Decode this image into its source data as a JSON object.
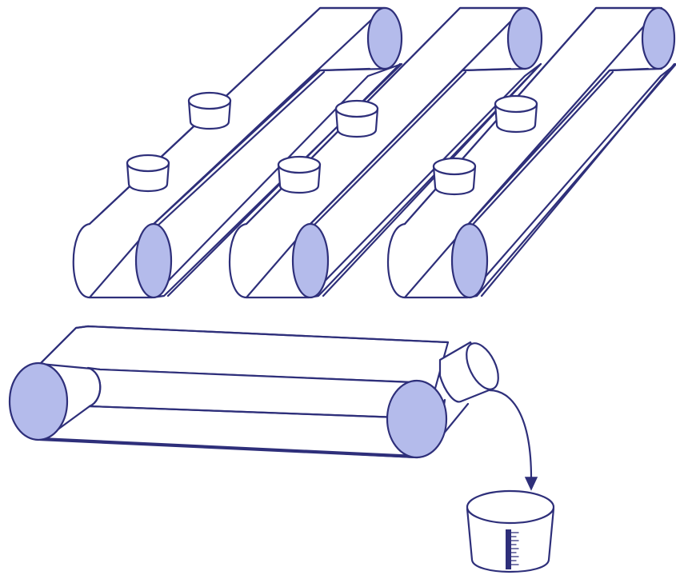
{
  "colors": {
    "stroke": "#2e2f7a",
    "roller_fill": "#b4bbeb",
    "background": "#ffffff"
  },
  "diagram": {
    "upper_conveyors": [
      {
        "name": "conveyor-1",
        "containers_on_belt": 2
      },
      {
        "name": "conveyor-2",
        "containers_on_belt": 2
      },
      {
        "name": "conveyor-3",
        "containers_on_belt": 2
      }
    ],
    "lower_conveyor": {
      "containers_on_belt": 0,
      "end_container": "tipping"
    },
    "collector": {
      "type": "measuring-cup",
      "has-scale": true
    }
  }
}
